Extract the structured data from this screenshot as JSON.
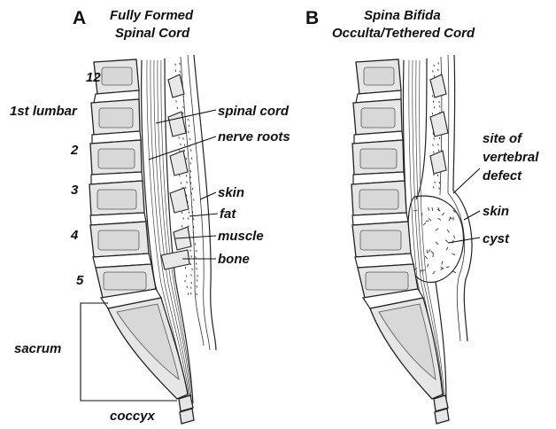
{
  "panel_a": {
    "letter": "A",
    "title_line1": "Fully Formed",
    "title_line2": "Spinal Cord",
    "vertebra_labels": [
      "12",
      "1st lumbar",
      "2",
      "3",
      "4",
      "5"
    ],
    "region_labels": {
      "sacrum": "sacrum",
      "coccyx": "coccyx"
    },
    "callouts": {
      "spinal_cord": "spinal cord",
      "nerve_roots": "nerve roots",
      "skin": "skin",
      "fat": "fat",
      "muscle": "muscle",
      "bone": "bone"
    }
  },
  "panel_b": {
    "letter": "B",
    "title_line1": "Spina Bifida",
    "title_line2": "Occulta/Tethered Cord",
    "callouts": {
      "site_line1": "site of",
      "site_line2": "vertebral",
      "site_line3": "defect",
      "skin": "skin",
      "cyst": "cyst"
    }
  }
}
